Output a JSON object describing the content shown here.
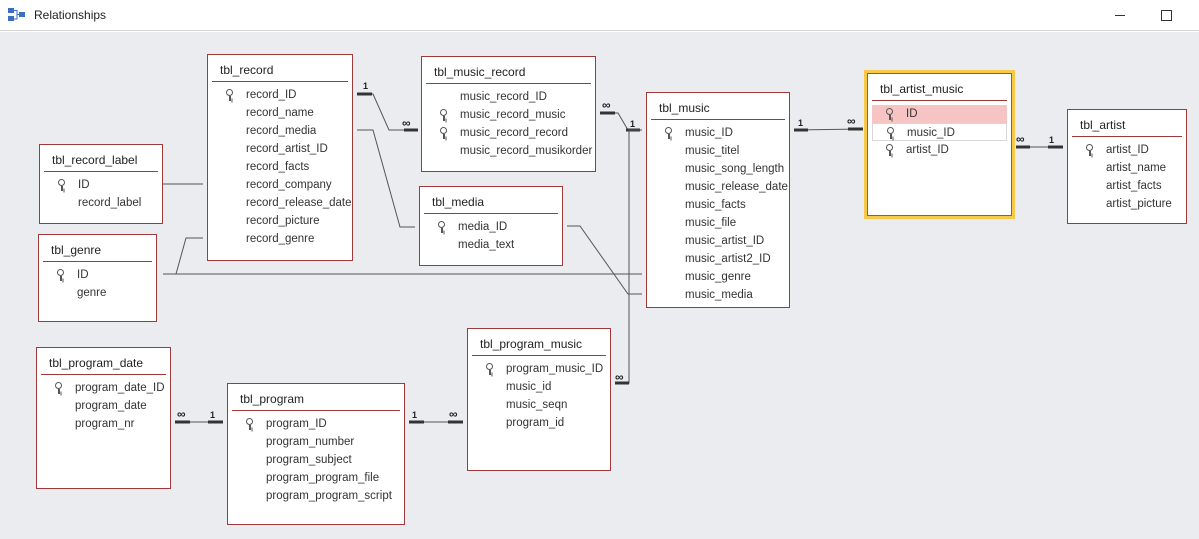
{
  "window": {
    "title": "Relationships"
  },
  "tables": {
    "record_label": {
      "title": "tbl_record_label",
      "fields": [
        {
          "name": "ID",
          "key": true
        },
        {
          "name": "record_label",
          "key": false
        }
      ]
    },
    "genre": {
      "title": "tbl_genre",
      "fields": [
        {
          "name": "ID",
          "key": true
        },
        {
          "name": "genre",
          "key": false
        }
      ]
    },
    "record": {
      "title": "tbl_record",
      "fields": [
        {
          "name": "record_ID",
          "key": true
        },
        {
          "name": "record_name",
          "key": false
        },
        {
          "name": "record_media",
          "key": false
        },
        {
          "name": "record_artist_ID",
          "key": false
        },
        {
          "name": "record_facts",
          "key": false
        },
        {
          "name": "record_company",
          "key": false
        },
        {
          "name": "record_release_date",
          "key": false
        },
        {
          "name": "record_picture",
          "key": false
        },
        {
          "name": "record_genre",
          "key": false
        }
      ]
    },
    "music_record": {
      "title": "tbl_music_record",
      "fields": [
        {
          "name": "music_record_ID",
          "key": false
        },
        {
          "name": "music_record_music",
          "key": true
        },
        {
          "name": "music_record_record",
          "key": true
        },
        {
          "name": "music_record_musikorder",
          "key": false
        }
      ]
    },
    "media": {
      "title": "tbl_media",
      "fields": [
        {
          "name": "media_ID",
          "key": true
        },
        {
          "name": "media_text",
          "key": false
        }
      ]
    },
    "music": {
      "title": "tbl_music",
      "fields": [
        {
          "name": "music_ID",
          "key": true
        },
        {
          "name": "music_titel",
          "key": false
        },
        {
          "name": "music_song_length",
          "key": false
        },
        {
          "name": "music_release_date",
          "key": false
        },
        {
          "name": "music_facts",
          "key": false
        },
        {
          "name": "music_file",
          "key": false
        },
        {
          "name": "music_artist_ID",
          "key": false
        },
        {
          "name": "music_artist2_ID",
          "key": false
        },
        {
          "name": "music_genre",
          "key": false
        },
        {
          "name": "music_media",
          "key": false
        }
      ]
    },
    "artist_music": {
      "title": "tbl_artist_music",
      "fields": [
        {
          "name": "ID",
          "key": true
        },
        {
          "name": "music_ID",
          "key": true
        },
        {
          "name": "artist_ID",
          "key": true
        }
      ]
    },
    "artist": {
      "title": "tbl_artist",
      "fields": [
        {
          "name": "artist_ID",
          "key": true
        },
        {
          "name": "artist_name",
          "key": false
        },
        {
          "name": "artist_facts",
          "key": false
        },
        {
          "name": "artist_picture",
          "key": false
        }
      ]
    },
    "program_date": {
      "title": "tbl_program_date",
      "fields": [
        {
          "name": "program_date_ID",
          "key": true
        },
        {
          "name": "program_date",
          "key": false
        },
        {
          "name": "program_nr",
          "key": false
        }
      ]
    },
    "program": {
      "title": "tbl_program",
      "fields": [
        {
          "name": "program_ID",
          "key": true
        },
        {
          "name": "program_number",
          "key": false
        },
        {
          "name": "program_subject",
          "key": false
        },
        {
          "name": "program_program_file",
          "key": false
        },
        {
          "name": "program_program_script",
          "key": false
        }
      ]
    },
    "program_music": {
      "title": "tbl_program_music",
      "fields": [
        {
          "name": "program_music_ID",
          "key": true
        },
        {
          "name": "music_id",
          "key": false
        },
        {
          "name": "music_seqn",
          "key": false
        },
        {
          "name": "program_id",
          "key": false
        }
      ]
    }
  },
  "cardinality": {
    "one": "1",
    "many": "∞"
  },
  "colors": {
    "border": "#9e3a3a",
    "selected_outline": "#f6c94a",
    "selected_field": "#f7c4c4",
    "canvas": "#eaecf0"
  }
}
